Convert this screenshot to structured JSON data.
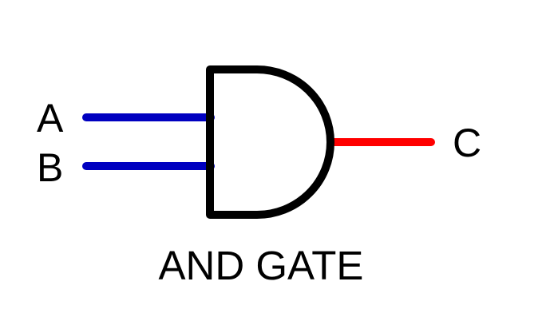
{
  "diagram": {
    "title": "AND GATE",
    "inputs": [
      {
        "label": "A",
        "color": "#0000c0"
      },
      {
        "label": "B",
        "color": "#0000c0"
      }
    ],
    "output": {
      "label": "C",
      "color": "#ff0000"
    },
    "gate_color": "#000000"
  }
}
